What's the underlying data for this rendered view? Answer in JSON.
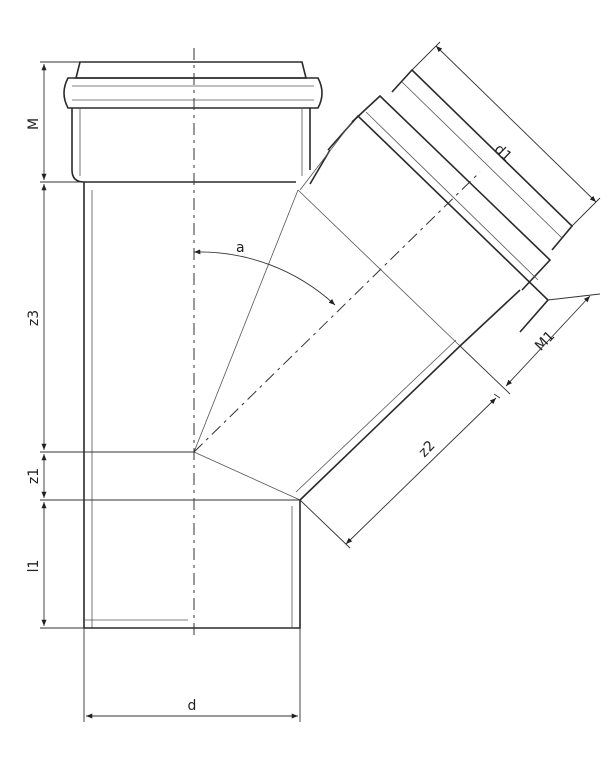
{
  "labels": {
    "M": "M",
    "z3": "z3",
    "z1": "z1",
    "l1": "l1",
    "d": "d",
    "a": "a",
    "d1": "d1",
    "M1": "M1",
    "z2": "z2"
  }
}
